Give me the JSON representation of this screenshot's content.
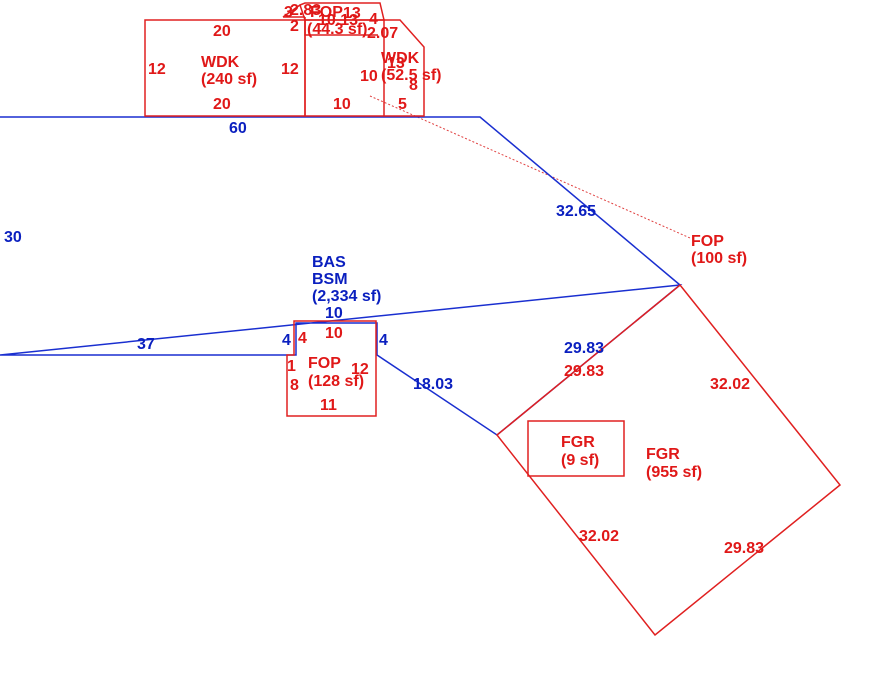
{
  "colors": {
    "base_area": "#0a1fbf",
    "sub_area": "#e01818",
    "background": "#ffffff"
  },
  "areas": {
    "bas": {
      "code1": "BAS",
      "code2": "BSM",
      "area": "(2,334 sf)"
    },
    "wdk_large": {
      "code": "WDK",
      "area": "(240 sf)"
    },
    "wdk_small": {
      "code": "WDK",
      "area": "(52.5 sf)"
    },
    "fop_top": {
      "code": "FOP",
      "area": "(44.3 sf)"
    },
    "fop_front": {
      "code": "FOP",
      "area": "(128 sf)"
    },
    "fop_side": {
      "code": "FOP",
      "area": "(100 sf)"
    },
    "fgr_main": {
      "code": "FGR",
      "area": "(955 sf)"
    },
    "fgr_small": {
      "code": "FGR",
      "area": "(9 sf)"
    }
  },
  "dims": {
    "bas_top": "60",
    "bas_left": "30",
    "bas_bottom": "37",
    "bas_diag_upper": "32.65",
    "bas_notch_left": "4",
    "bas_notch_top": "10",
    "bas_notch_right": "4",
    "bas_diag_lower": "18.03",
    "bas_garage_edge": "29.83",
    "wdk_large_top": "20",
    "wdk_large_bottom": "20",
    "wdk_large_left": "12",
    "wdk_large_right": "12",
    "wdk_small_bottom_left": "10",
    "wdk_small_bottom_right": "5",
    "wdk_small_left": "10",
    "wdk_small_right": "8",
    "wdk_small_top": "13",
    "fop_top_a": "2.83",
    "fop_top_b": "3",
    "fop_top_c": "2",
    "fop_top_d": "10.13",
    "fop_top_e": "13",
    "fop_top_f": "4",
    "fop_top_g": "2.07",
    "fop_front_top": "10",
    "fop_front_left_top": "4",
    "fop_front_left_mid": "1",
    "fop_front_left_bottom": "8",
    "fop_front_right": "12",
    "fop_front_bottom": "11",
    "fgr_top": "29.83",
    "fgr_right": "32.02",
    "fgr_left": "32.02",
    "fgr_bottom": "29.83"
  }
}
